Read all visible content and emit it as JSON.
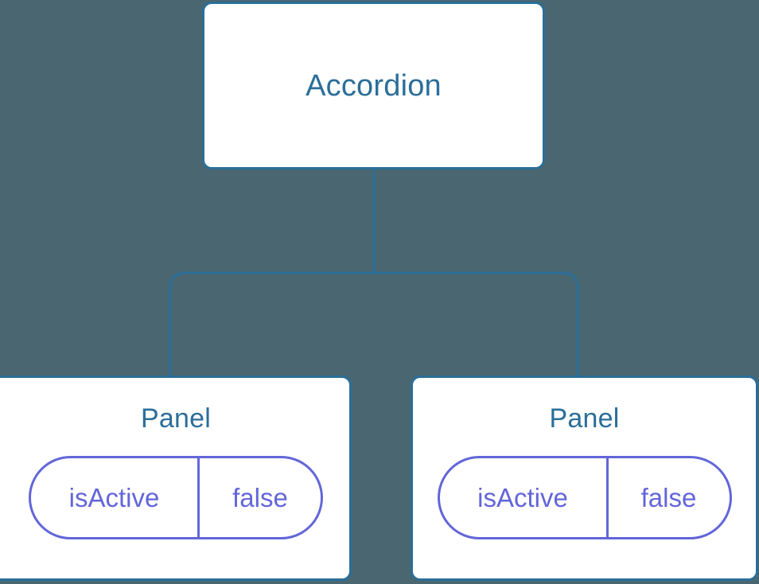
{
  "diagram": {
    "type": "component-tree",
    "background_color": "#4a6670",
    "node_border_color": "#2b6e99",
    "node_fill_color": "#ffffff",
    "node_text_color": "#2b6e99",
    "connector_color": "#2b6e99",
    "state_accent_color": "#6366d8",
    "root": {
      "label": "Accordion"
    },
    "children": [
      {
        "label": "Panel",
        "state": {
          "key": "isActive",
          "value": "false"
        }
      },
      {
        "label": "Panel",
        "state": {
          "key": "isActive",
          "value": "false"
        }
      }
    ]
  }
}
